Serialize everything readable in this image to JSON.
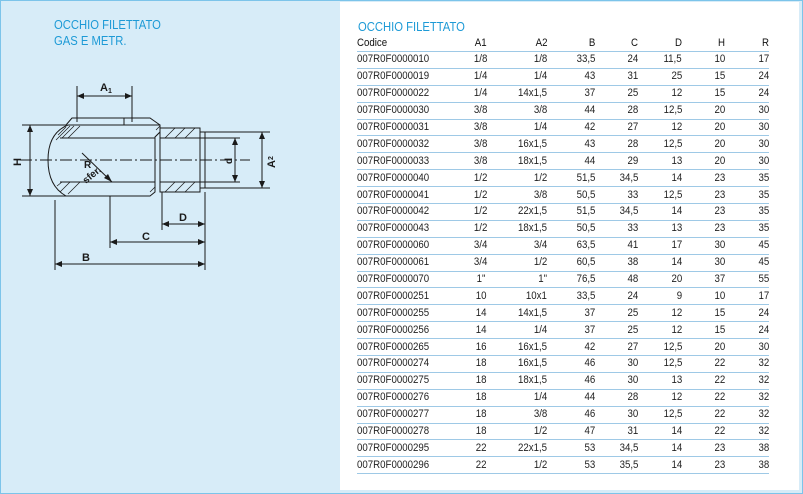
{
  "left_panel": {
    "title_line1": "OCCHIO FILETTATO",
    "title_line2": "GAS E METR."
  },
  "drawing_labels": {
    "A1": "A",
    "A1_sub": "1",
    "A2": "A",
    "A2_sub": "2",
    "H": "H",
    "R": "R",
    "sfer": "sfer.",
    "d": "d",
    "D": "D",
    "C": "C",
    "B": "B"
  },
  "table": {
    "title": "OCCHIO FILETTATO",
    "columns": [
      "Codice",
      "A1",
      "A2",
      "B",
      "C",
      "D",
      "H",
      "R"
    ],
    "rows": [
      [
        "007R0F0000010",
        "1/8",
        "1/8",
        "33,5",
        "24",
        "11,5",
        "10",
        "17"
      ],
      [
        "007R0F0000019",
        "1/4",
        "1/4",
        "43",
        "31",
        "25",
        "15",
        "24"
      ],
      [
        "007R0F0000022",
        "1/4",
        "14x1,5",
        "37",
        "25",
        "12",
        "15",
        "24"
      ],
      [
        "007R0F0000030",
        "3/8",
        "3/8",
        "44",
        "28",
        "12,5",
        "20",
        "30"
      ],
      [
        "007R0F0000031",
        "3/8",
        "1/4",
        "42",
        "27",
        "12",
        "20",
        "30"
      ],
      [
        "007R0F0000032",
        "3/8",
        "16x1,5",
        "43",
        "28",
        "12,5",
        "20",
        "30"
      ],
      [
        "007R0F0000033",
        "3/8",
        "18x1,5",
        "44",
        "29",
        "13",
        "20",
        "30"
      ],
      [
        "007R0F0000040",
        "1/2",
        "1/2",
        "51,5",
        "34,5",
        "14",
        "23",
        "35"
      ],
      [
        "007R0F0000041",
        "1/2",
        "3/8",
        "50,5",
        "33",
        "12,5",
        "23",
        "35"
      ],
      [
        "007R0F0000042",
        "1/2",
        "22x1,5",
        "51,5",
        "34,5",
        "14",
        "23",
        "35"
      ],
      [
        "007R0F0000043",
        "1/2",
        "18x1,5",
        "50,5",
        "33",
        "13",
        "23",
        "35"
      ],
      [
        "007R0F0000060",
        "3/4",
        "3/4",
        "63,5",
        "41",
        "17",
        "30",
        "45"
      ],
      [
        "007R0F0000061",
        "3/4",
        "1/2",
        "60,5",
        "38",
        "14",
        "30",
        "45"
      ],
      [
        "007R0F0000070",
        "1\"",
        "1\"",
        "76,5",
        "48",
        "20",
        "37",
        "55"
      ],
      [
        "007R0F0000251",
        "10",
        "10x1",
        "33,5",
        "24",
        "9",
        "10",
        "17"
      ],
      [
        "007R0F0000255",
        "14",
        "14x1,5",
        "37",
        "25",
        "12",
        "15",
        "24"
      ],
      [
        "007R0F0000256",
        "14",
        "1/4",
        "37",
        "25",
        "12",
        "15",
        "24"
      ],
      [
        "007R0F0000265",
        "16",
        "16x1,5",
        "42",
        "27",
        "12,5",
        "20",
        "30"
      ],
      [
        "007R0F0000274",
        "18",
        "16x1,5",
        "46",
        "30",
        "12,5",
        "22",
        "32"
      ],
      [
        "007R0F0000275",
        "18",
        "18x1,5",
        "46",
        "30",
        "13",
        "22",
        "32"
      ],
      [
        "007R0F0000276",
        "18",
        "1/4",
        "44",
        "28",
        "12",
        "22",
        "32"
      ],
      [
        "007R0F0000277",
        "18",
        "3/8",
        "46",
        "30",
        "12,5",
        "22",
        "32"
      ],
      [
        "007R0F0000278",
        "18",
        "1/2",
        "47",
        "31",
        "14",
        "22",
        "32"
      ],
      [
        "007R0F0000295",
        "22",
        "22x1,5",
        "53",
        "34,5",
        "14",
        "23",
        "38"
      ],
      [
        "007R0F0000296",
        "22",
        "1/2",
        "53",
        "35,5",
        "14",
        "23",
        "38"
      ]
    ]
  },
  "colors": {
    "accent": "#1d9ad6",
    "panel_bg": "#d7ecf8",
    "border": "#7cc4ea",
    "row_line": "#9ec9e6"
  }
}
